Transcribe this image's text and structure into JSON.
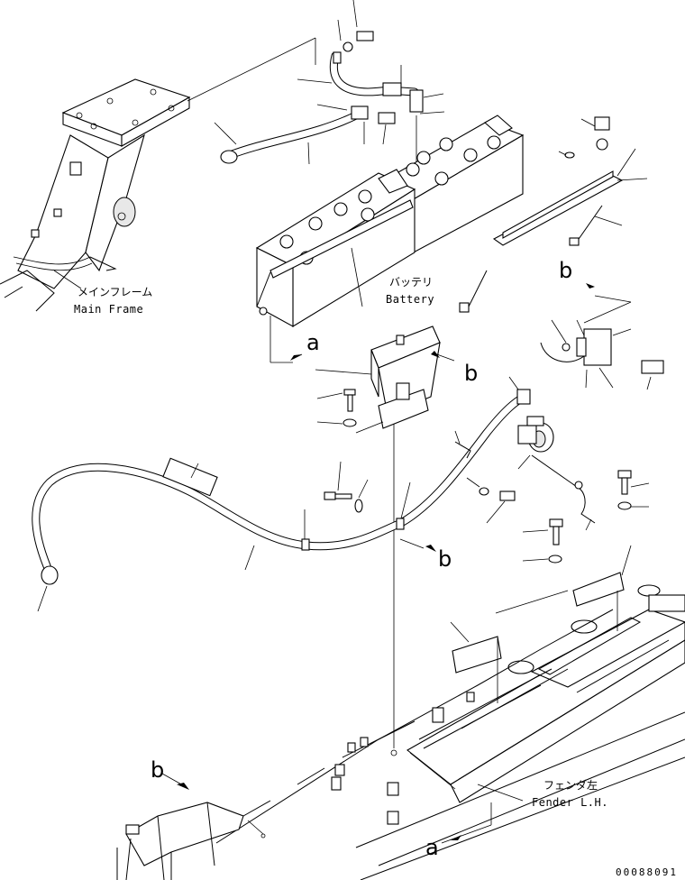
{
  "labels": {
    "main_frame_jp": "メインフレーム",
    "main_frame_en": "Main Frame",
    "battery_jp": "バッテリ",
    "battery_en": "Battery",
    "fender_jp": "フェンダ左",
    "fender_en": "Fender L.H."
  },
  "view_arrows": {
    "a_top": "a",
    "b_right_top": "b",
    "b_bracket": "b",
    "b_cable": "b",
    "b_left": "b",
    "a_bottom": "a"
  },
  "document_id": "00088091"
}
